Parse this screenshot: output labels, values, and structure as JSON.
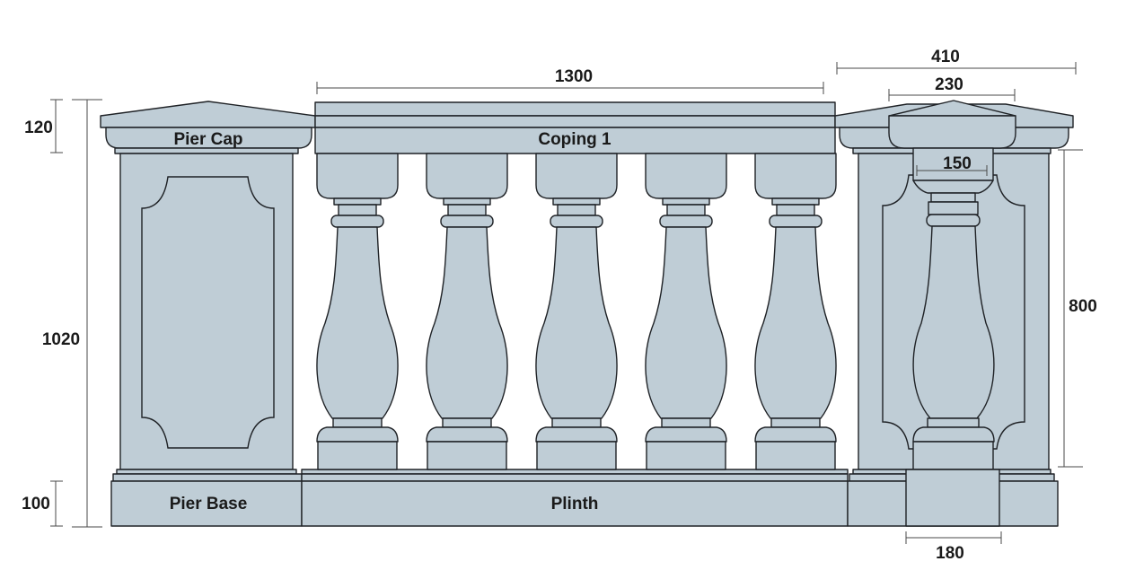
{
  "labels": {
    "pier_cap": "Pier Cap",
    "coping": "Coping 1",
    "pier_base": "Pier Base",
    "plinth": "Plinth"
  },
  "dimensions": {
    "span": "1300",
    "pier_width_top": "410",
    "cap_center_width": "230",
    "baluster_neck_width": "150",
    "baluster_base_width": "180",
    "total_height": "1020",
    "cap_height": "120",
    "base_height": "100",
    "baluster_height": "800"
  },
  "colors": {
    "stone": "#bfcdd6",
    "outline": "#1f2226"
  }
}
